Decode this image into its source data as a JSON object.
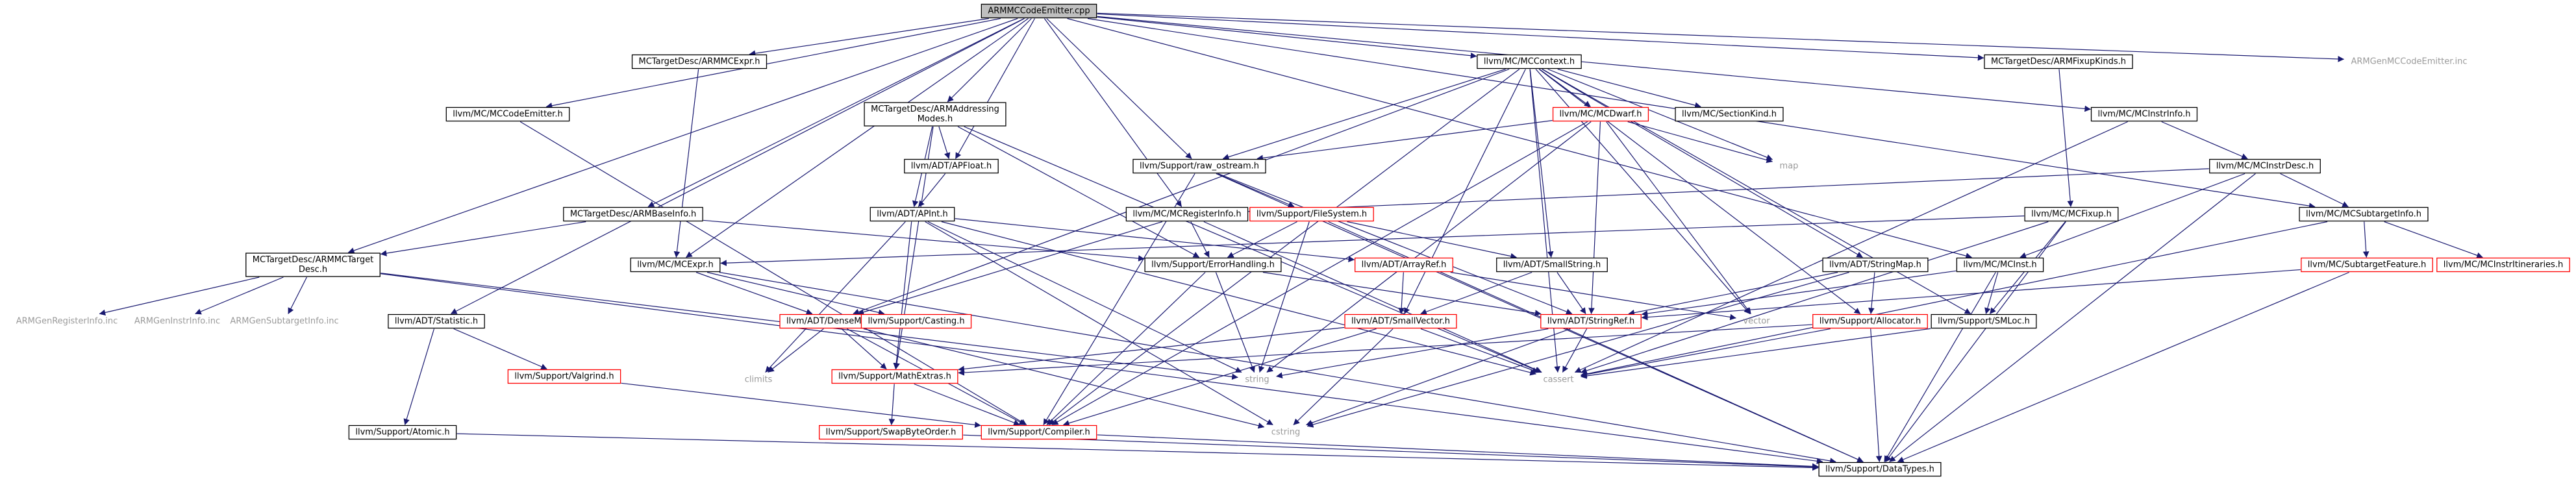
{
  "graph": {
    "colors": {
      "edge": "#191970",
      "box_border": "#000000",
      "incomplete_border": "#ff0000",
      "root_fill": "#bfbfbf",
      "missing_text": "#9a9a9a"
    },
    "nodes": [
      {
        "id": "root",
        "label": "ARMMCCodeEmitter.cpp",
        "kind": "root"
      },
      {
        "id": "mctx",
        "label": "llvm/MC/MCContext.h",
        "kind": "box"
      },
      {
        "id": "armmcexpr",
        "label": "MCTargetDesc/ARMMCExpr.h",
        "kind": "box"
      },
      {
        "id": "fixupkinds",
        "label": "MCTargetDesc/ARMFixupKinds.h",
        "kind": "box"
      },
      {
        "id": "gencodeemitter",
        "label": "ARMGenMCCodeEmitter.inc",
        "kind": "missing"
      },
      {
        "id": "mccodeemitter",
        "label": "llvm/MC/MCCodeEmitter.h",
        "kind": "box"
      },
      {
        "id": "addrmodes",
        "label": [
          "MCTargetDesc/ARMAddressing",
          "Modes.h"
        ],
        "kind": "box"
      },
      {
        "id": "mcdwarf",
        "label": "llvm/MC/MCDwarf.h",
        "kind": "incomplete"
      },
      {
        "id": "sectionkind",
        "label": "llvm/MC/SectionKind.h",
        "kind": "box"
      },
      {
        "id": "mcinstrinfo",
        "label": "llvm/MC/MCInstrInfo.h",
        "kind": "box"
      },
      {
        "id": "apfloat",
        "label": "llvm/ADT/APFloat.h",
        "kind": "box"
      },
      {
        "id": "rawostream",
        "label": "llvm/Support/raw_ostream.h",
        "kind": "box"
      },
      {
        "id": "map",
        "label": "map",
        "kind": "missing"
      },
      {
        "id": "mcinstrdesc",
        "label": "llvm/MC/MCInstrDesc.h",
        "kind": "box"
      },
      {
        "id": "armbaseinfo",
        "label": "MCTargetDesc/ARMBaseInfo.h",
        "kind": "box"
      },
      {
        "id": "apint",
        "label": "llvm/ADT/APInt.h",
        "kind": "box"
      },
      {
        "id": "mcreginfo",
        "label": "llvm/MC/MCRegisterInfo.h",
        "kind": "box"
      },
      {
        "id": "filesystem",
        "label": "llvm/Support/FileSystem.h",
        "kind": "incomplete"
      },
      {
        "id": "mcfixup",
        "label": "llvm/MC/MCFixup.h",
        "kind": "box"
      },
      {
        "id": "mcsubinfo",
        "label": "llvm/MC/MCSubtargetInfo.h",
        "kind": "box"
      },
      {
        "id": "armmctarget",
        "label": [
          "MCTargetDesc/ARMMCTarget",
          "Desc.h"
        ],
        "kind": "box"
      },
      {
        "id": "mcexpr",
        "label": "llvm/MC/MCExpr.h",
        "kind": "box"
      },
      {
        "id": "errorhandling",
        "label": "llvm/Support/ErrorHandling.h",
        "kind": "box"
      },
      {
        "id": "arrayref",
        "label": "llvm/ADT/ArrayRef.h",
        "kind": "incomplete"
      },
      {
        "id": "smallstring",
        "label": "llvm/ADT/SmallString.h",
        "kind": "box"
      },
      {
        "id": "stringmap",
        "label": "llvm/ADT/StringMap.h",
        "kind": "box"
      },
      {
        "id": "mcinst",
        "label": "llvm/MC/MCInst.h",
        "kind": "box"
      },
      {
        "id": "subfeature",
        "label": "llvm/MC/SubtargetFeature.h",
        "kind": "incomplete"
      },
      {
        "id": "mcinstrit",
        "label": "llvm/MC/MCInstrItineraries.h",
        "kind": "incomplete"
      },
      {
        "id": "genreginfo",
        "label": "ARMGenRegisterInfo.inc",
        "kind": "missing"
      },
      {
        "id": "geninstrinfo",
        "label": "ARMGenInstrInfo.inc",
        "kind": "missing"
      },
      {
        "id": "gensubinfo",
        "label": "ARMGenSubtargetInfo.inc",
        "kind": "missing"
      },
      {
        "id": "statistic",
        "label": "llvm/ADT/Statistic.h",
        "kind": "box"
      },
      {
        "id": "densemap",
        "label": "llvm/ADT/DenseMap.h",
        "kind": "incomplete"
      },
      {
        "id": "casting",
        "label": "llvm/Support/Casting.h",
        "kind": "incomplete"
      },
      {
        "id": "smallvector",
        "label": "llvm/ADT/SmallVector.h",
        "kind": "incomplete"
      },
      {
        "id": "stringref",
        "label": "llvm/ADT/StringRef.h",
        "kind": "incomplete"
      },
      {
        "id": "vector",
        "label": "vector",
        "kind": "missing"
      },
      {
        "id": "allocator",
        "label": "llvm/Support/Allocator.h",
        "kind": "incomplete"
      },
      {
        "id": "smloc",
        "label": "llvm/Support/SMLoc.h",
        "kind": "box"
      },
      {
        "id": "valgrind",
        "label": "llvm/Support/Valgrind.h",
        "kind": "incomplete"
      },
      {
        "id": "climits",
        "label": "climits",
        "kind": "missing"
      },
      {
        "id": "mathextras",
        "label": "llvm/Support/MathExtras.h",
        "kind": "incomplete"
      },
      {
        "id": "string",
        "label": "string",
        "kind": "missing"
      },
      {
        "id": "cassert",
        "label": "cassert",
        "kind": "missing"
      },
      {
        "id": "atomic",
        "label": "llvm/Support/Atomic.h",
        "kind": "box"
      },
      {
        "id": "swapbyteorder",
        "label": "llvm/Support/SwapByteOrder.h",
        "kind": "incomplete"
      },
      {
        "id": "compiler",
        "label": "llvm/Support/Compiler.h",
        "kind": "incomplete"
      },
      {
        "id": "cstring",
        "label": "cstring",
        "kind": "missing"
      },
      {
        "id": "datatypes",
        "label": "llvm/Support/DataTypes.h",
        "kind": "box"
      }
    ],
    "edges": [
      [
        "root",
        "mctx"
      ],
      [
        "root",
        "armmcexpr"
      ],
      [
        "root",
        "fixupkinds"
      ],
      [
        "root",
        "gencodeemitter"
      ],
      [
        "root",
        "mccodeemitter"
      ],
      [
        "root",
        "addrmodes"
      ],
      [
        "root",
        "apfloat"
      ],
      [
        "root",
        "rawostream"
      ],
      [
        "root",
        "armbaseinfo"
      ],
      [
        "root",
        "mcinstrinfo"
      ],
      [
        "root",
        "mcreginfo"
      ],
      [
        "root",
        "mcsubinfo"
      ],
      [
        "root",
        "armmctarget"
      ],
      [
        "root",
        "mcexpr"
      ],
      [
        "root",
        "mcinst"
      ],
      [
        "root",
        "statistic"
      ],
      [
        "mctx",
        "mcdwarf"
      ],
      [
        "mctx",
        "sectionkind"
      ],
      [
        "mctx",
        "map"
      ],
      [
        "mctx",
        "rawostream"
      ],
      [
        "mctx",
        "densemap"
      ],
      [
        "mctx",
        "smallstring"
      ],
      [
        "mctx",
        "stringmap"
      ],
      [
        "mctx",
        "smallvector"
      ],
      [
        "mctx",
        "allocator"
      ],
      [
        "mctx",
        "compiler"
      ],
      [
        "mctx",
        "vector"
      ],
      [
        "mctx",
        "cassert"
      ],
      [
        "mctx",
        "smloc"
      ],
      [
        "armmcexpr",
        "mcexpr"
      ],
      [
        "fixupkinds",
        "mcfixup"
      ],
      [
        "mccodeemitter",
        "compiler"
      ],
      [
        "addrmodes",
        "apfloat"
      ],
      [
        "addrmodes",
        "apint"
      ],
      [
        "addrmodes",
        "errorhandling"
      ],
      [
        "addrmodes",
        "mathextras"
      ],
      [
        "addrmodes",
        "cassert"
      ],
      [
        "mcdwarf",
        "rawostream"
      ],
      [
        "mcdwarf",
        "stringref"
      ],
      [
        "mcdwarf",
        "map"
      ],
      [
        "mcdwarf",
        "vector"
      ],
      [
        "mcdwarf",
        "compiler"
      ],
      [
        "mcdwarf",
        "string"
      ],
      [
        "mcinstrinfo",
        "mcinstrdesc"
      ],
      [
        "mcinstrinfo",
        "cassert"
      ],
      [
        "apfloat",
        "apint"
      ],
      [
        "rawostream",
        "filesystem"
      ],
      [
        "rawostream",
        "compiler"
      ],
      [
        "rawostream",
        "datatypes"
      ],
      [
        "rawostream",
        "stringref"
      ],
      [
        "mcinstrdesc",
        "mcreginfo"
      ],
      [
        "mcinstrdesc",
        "mcsubinfo"
      ],
      [
        "mcinstrdesc",
        "mcinst"
      ],
      [
        "mcinstrdesc",
        "datatypes"
      ],
      [
        "armbaseinfo",
        "armmctarget"
      ],
      [
        "armbaseinfo",
        "errorhandling"
      ],
      [
        "apint",
        "arrayref"
      ],
      [
        "apint",
        "mathextras"
      ],
      [
        "apint",
        "climits"
      ],
      [
        "apint",
        "cstring"
      ],
      [
        "apint",
        "string"
      ],
      [
        "apint",
        "cassert"
      ],
      [
        "mcreginfo",
        "densemap"
      ],
      [
        "mcreginfo",
        "errorhandling"
      ],
      [
        "mcreginfo",
        "cassert"
      ],
      [
        "filesystem",
        "smallstring"
      ],
      [
        "filesystem",
        "errorhandling"
      ],
      [
        "filesystem",
        "datatypes"
      ],
      [
        "filesystem",
        "string"
      ],
      [
        "mcfixup",
        "mcexpr"
      ],
      [
        "mcfixup",
        "smloc"
      ],
      [
        "mcfixup",
        "datatypes"
      ],
      [
        "mcfixup",
        "cassert"
      ],
      [
        "mcsubinfo",
        "subfeature"
      ],
      [
        "mcsubinfo",
        "mcinstrit"
      ],
      [
        "mcsubinfo",
        "cassert"
      ],
      [
        "armmctarget",
        "genreginfo"
      ],
      [
        "armmctarget",
        "geninstrinfo"
      ],
      [
        "armmctarget",
        "gensubinfo"
      ],
      [
        "armmctarget",
        "datatypes"
      ],
      [
        "armmctarget",
        "string"
      ],
      [
        "mcexpr",
        "densemap"
      ],
      [
        "mcexpr",
        "casting"
      ],
      [
        "mcexpr",
        "datatypes"
      ],
      [
        "errorhandling",
        "stringref"
      ],
      [
        "errorhandling",
        "compiler"
      ],
      [
        "errorhandling",
        "string"
      ],
      [
        "arrayref",
        "smallvector"
      ],
      [
        "arrayref",
        "vector"
      ],
      [
        "smallstring",
        "smallvector"
      ],
      [
        "smallstring",
        "stringref"
      ],
      [
        "stringmap",
        "stringref"
      ],
      [
        "stringmap",
        "allocator"
      ],
      [
        "stringmap",
        "cstring"
      ],
      [
        "mcinst",
        "stringref"
      ],
      [
        "mcinst",
        "smloc"
      ],
      [
        "mcinst",
        "datatypes"
      ],
      [
        "subfeature",
        "stringref"
      ],
      [
        "subfeature",
        "datatypes"
      ],
      [
        "statistic",
        "valgrind"
      ],
      [
        "statistic",
        "atomic"
      ],
      [
        "densemap",
        "mathextras"
      ],
      [
        "densemap",
        "compiler"
      ],
      [
        "densemap",
        "cstring"
      ],
      [
        "densemap",
        "climits"
      ],
      [
        "smallvector",
        "mathextras"
      ],
      [
        "smallvector",
        "compiler"
      ],
      [
        "smallvector",
        "cstring"
      ],
      [
        "smallvector",
        "cassert"
      ],
      [
        "stringref",
        "cassert"
      ],
      [
        "stringref",
        "cstring"
      ],
      [
        "stringref",
        "string"
      ],
      [
        "allocator",
        "mathextras"
      ],
      [
        "allocator",
        "datatypes"
      ],
      [
        "allocator",
        "cassert"
      ],
      [
        "smloc",
        "cassert"
      ],
      [
        "valgrind",
        "compiler"
      ],
      [
        "mathextras",
        "swapbyteorder"
      ],
      [
        "mathextras",
        "compiler"
      ],
      [
        "swapbyteorder",
        "datatypes"
      ],
      [
        "atomic",
        "datatypes"
      ],
      [
        "compiler",
        "datatypes"
      ]
    ]
  }
}
